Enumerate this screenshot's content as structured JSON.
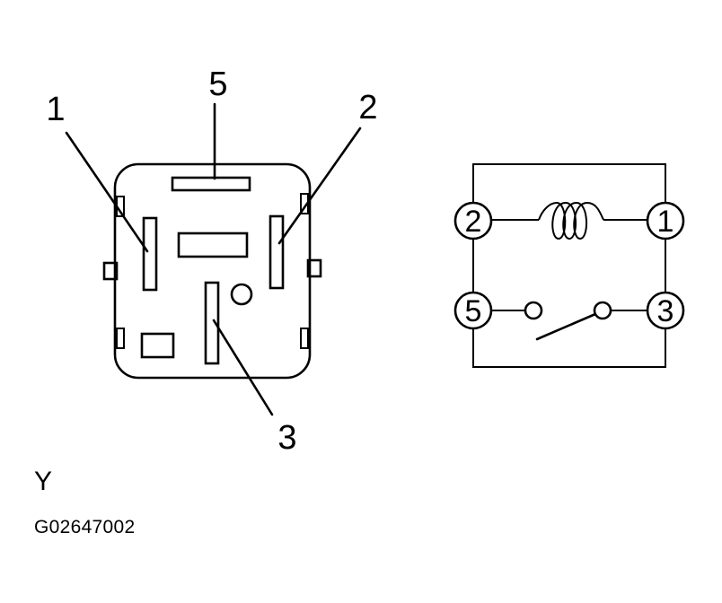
{
  "connector": {
    "pin_labels": {
      "p1": "1",
      "p2": "2",
      "p3": "3",
      "p5": "5"
    }
  },
  "schematic": {
    "terminal_labels": {
      "t2": "2",
      "t1": "1",
      "t5": "5",
      "t3": "3"
    }
  },
  "caption": {
    "view_letter": "Y",
    "figure_code": "G02647002"
  }
}
